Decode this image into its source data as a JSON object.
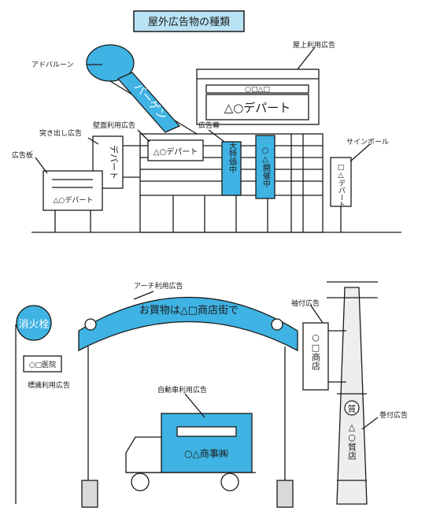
{
  "title": "屋外広告物の種類",
  "colors": {
    "ink": "#1a1a1a",
    "blue": "#3fb3e3",
    "title_box": "#b9e3f4",
    "stone": "#d9d9d9"
  },
  "upper": {
    "labels": {
      "adballoon": "アドバルーン",
      "rooftop": "屋上利用広告",
      "wall": "壁面利用広告",
      "projecting": "突き出し広告",
      "banner": "広告幕",
      "signpole": "サインポール",
      "board": "広告板"
    },
    "texts": {
      "balloon_banner": "バーゲン",
      "store_name": "△○デパート",
      "store_short": "デパート",
      "banner_1": "大特価中",
      "banner_2": "○△開催中",
      "pole_text": "□△デパート",
      "wall_sign": "△○デパート",
      "board_text": "△○デパート",
      "marks": "○□△□"
    }
  },
  "lower": {
    "labels": {
      "arch": "アーチ利用広告",
      "sleeve": "袖付広告",
      "hydrant_sign": "標識利用広告",
      "vehicle": "自動車利用広告",
      "wrap": "巻付広告"
    },
    "texts": {
      "hydrant": "消火栓",
      "clinic": "○□医院",
      "arch_text": "お買物は△□商店街で",
      "truck_text": "○△商事㈱",
      "sleeve_text": "○□商店",
      "wrap_char": "質",
      "wrap_text": "△○質店"
    }
  }
}
